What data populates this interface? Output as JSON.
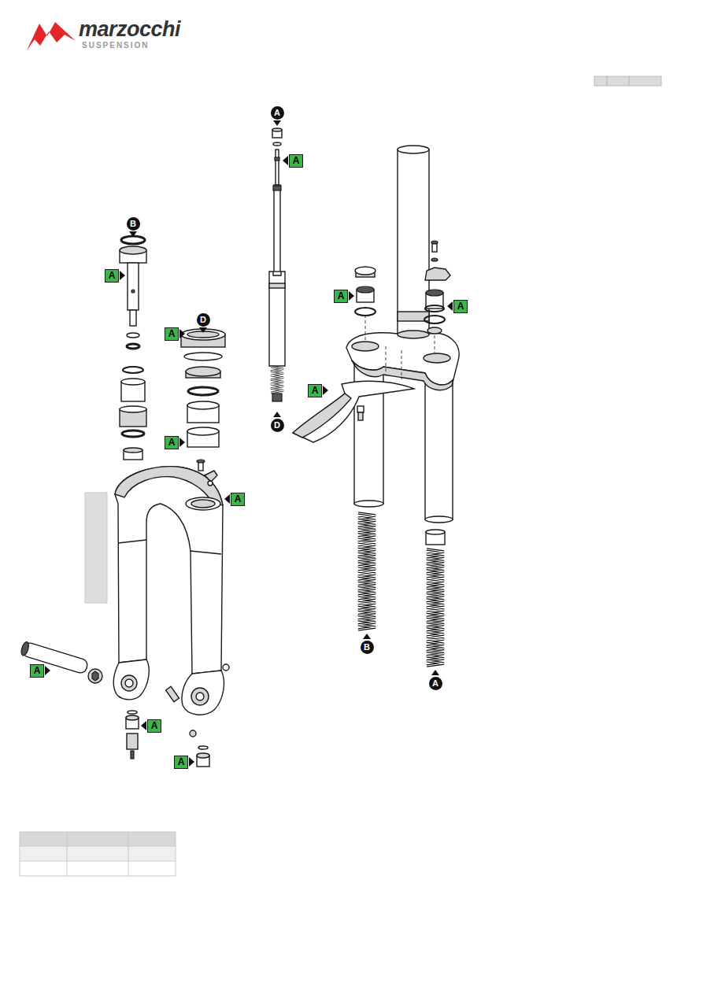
{
  "diagram": {
    "labels": [
      "marzocchi",
      "SUSPENSION",
      "A",
      "A",
      "B",
      "A",
      "A",
      "A",
      "D",
      "A",
      "A",
      "D",
      "A",
      "A",
      "B",
      "A",
      "A",
      "A",
      "A"
    ]
  }
}
